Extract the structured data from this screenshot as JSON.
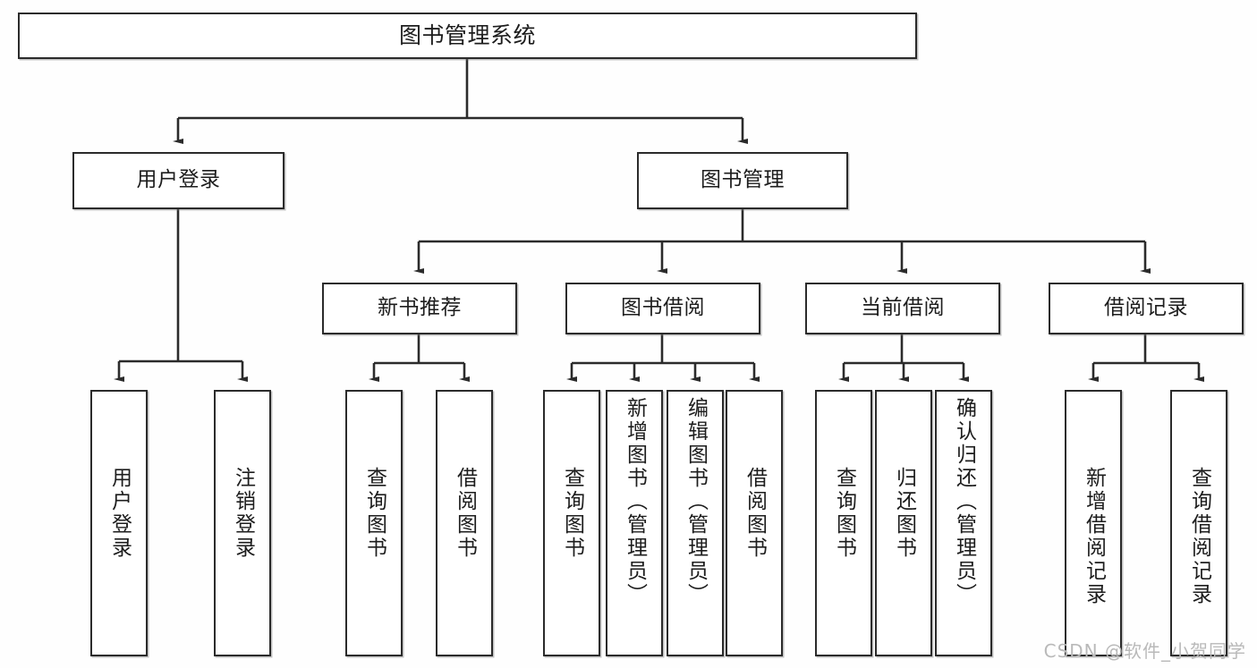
{
  "diagram": {
    "title": "图书管理系统",
    "type": "tree",
    "watermark": "CSDN @软件_小贺同学",
    "colors": {
      "box_border": "#2b2b2b",
      "box_fill": "#ffffff",
      "connector": "#2b2b2b",
      "background": "#fefefe",
      "watermark": "#b9b9b9"
    },
    "nodes": {
      "root": {
        "label": "图书管理系统"
      },
      "level2": [
        {
          "label": "用户登录"
        },
        {
          "label": "图书管理"
        }
      ],
      "level3": [
        {
          "label": "新书推荐"
        },
        {
          "label": "图书借阅"
        },
        {
          "label": "当前借阅"
        },
        {
          "label": "借阅记录"
        }
      ],
      "leaves": [
        {
          "label": "用户登录"
        },
        {
          "label": "注销登录"
        },
        {
          "label": "查询图书"
        },
        {
          "label": "借阅图书"
        },
        {
          "label": "查询图书"
        },
        {
          "label": "新增图书（管理员）"
        },
        {
          "label": "编辑图书（管理员）"
        },
        {
          "label": "借阅图书"
        },
        {
          "label": "查询图书"
        },
        {
          "label": "归还图书"
        },
        {
          "label": "确认归还（管理员）"
        },
        {
          "label": "新增借阅记录"
        },
        {
          "label": "查询借阅记录"
        }
      ]
    }
  }
}
